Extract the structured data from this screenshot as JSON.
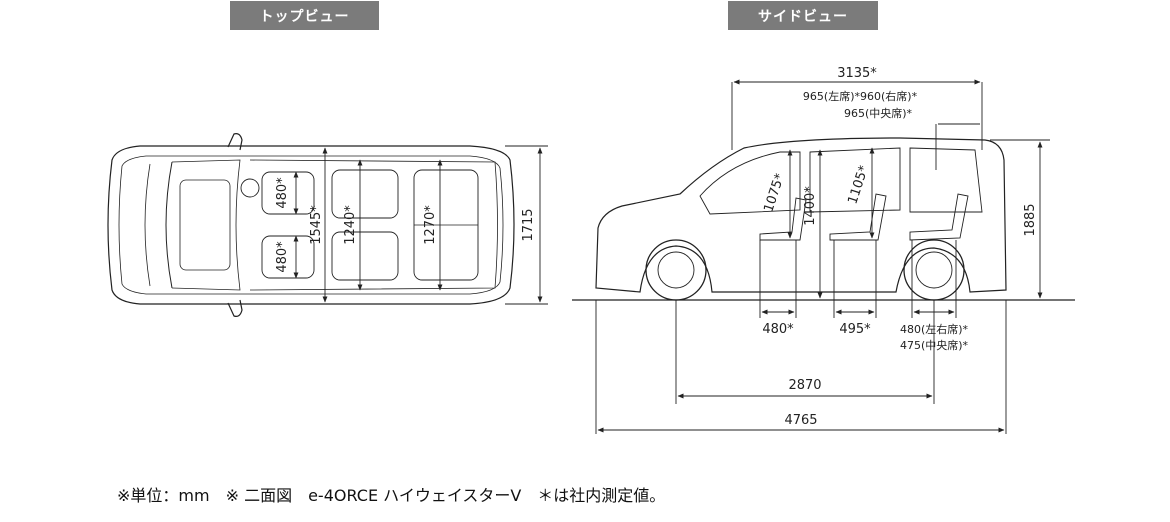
{
  "tabs": {
    "top_view": "トップビュー",
    "side_view": "サイドビュー"
  },
  "top_view": {
    "width_1715": "1715",
    "seat_480_a": "480*",
    "seat_480_b": "480*",
    "cabin_1545": "1545*",
    "cabin_1240": "1240*",
    "cabin_1270": "1270*"
  },
  "side_view": {
    "interior_length": "3135*",
    "third_row_lr": "965(左席)*960(右席)*",
    "third_row_center": "965(中央席)*",
    "height_1885": "1885",
    "head_1075": "1075*",
    "height_1400": "1400*",
    "head_1105": "1105*",
    "seat_480": "480*",
    "seat_495": "495*",
    "third_480": "480(左右席)*",
    "third_475": "475(中央席)*",
    "wheelbase": "2870",
    "overall_length": "4765"
  },
  "footer": {
    "text": "※単位：mm　※ 二面図　e-4ORCE ハイウェイスターV　＊は社内測定値。"
  }
}
